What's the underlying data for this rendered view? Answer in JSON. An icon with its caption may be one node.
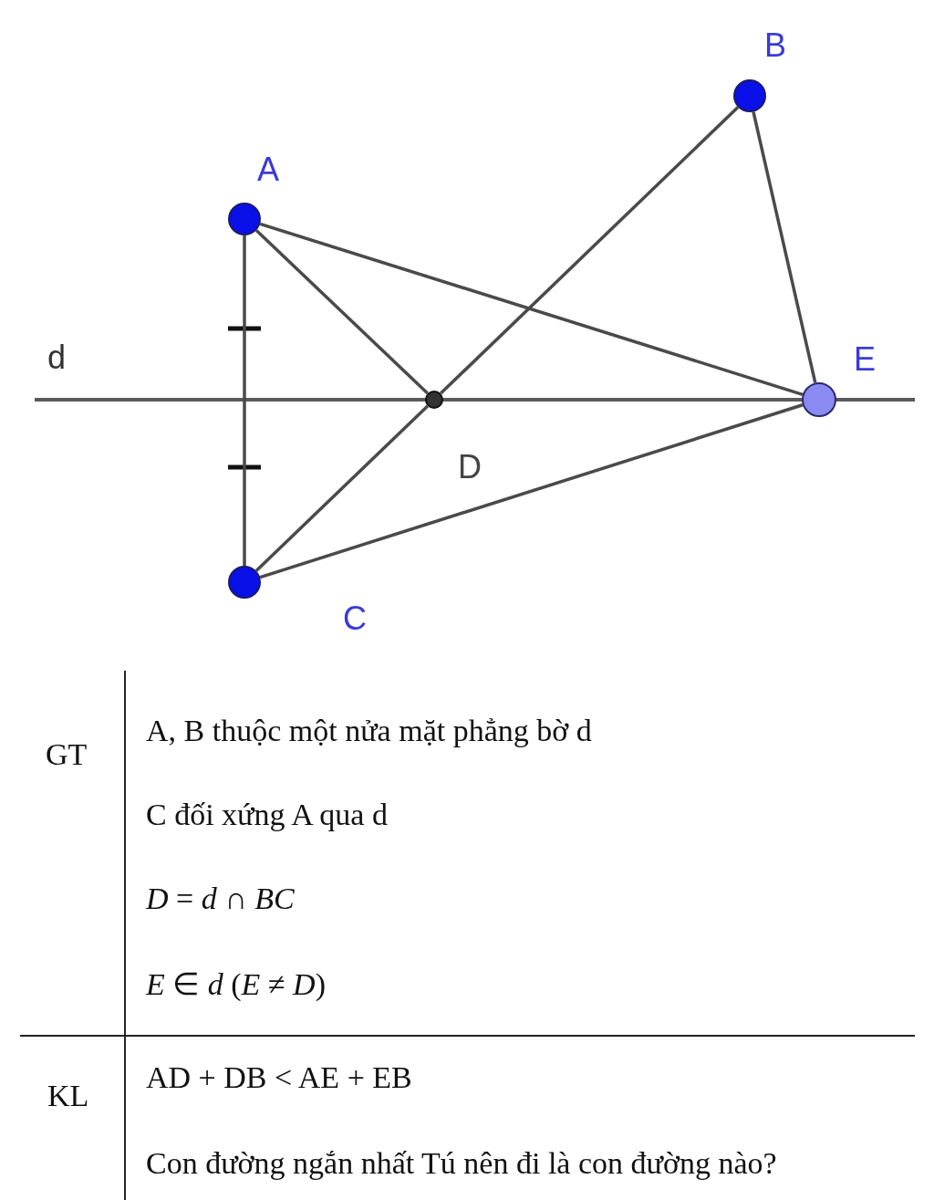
{
  "diagram": {
    "nodes": [
      {
        "text": [],
        "shape": "circle",
        "beside": [
          "A"
        ]
      },
      {
        "text": [],
        "shape": "circle",
        "beside": [
          "B"
        ]
      },
      {
        "text": [],
        "shape": "circle",
        "beside": [
          "C"
        ]
      },
      {
        "text": [],
        "shape": "circle",
        "beside": [
          "D"
        ]
      },
      {
        "text": [],
        "shape": "circle",
        "beside": [
          "E"
        ]
      }
    ],
    "edges": [
      {
        "from": 0,
        "to": 2,
        "arrow": "none"
      },
      {
        "from": 0,
        "to": 3,
        "arrow": "none"
      },
      {
        "from": 0,
        "to": 4,
        "arrow": "none"
      },
      {
        "from": 1,
        "to": 3,
        "arrow": "none"
      },
      {
        "from": 3,
        "to": 2,
        "arrow": "none"
      },
      {
        "from": 1,
        "to": 4,
        "arrow": "none"
      },
      {
        "from": 2,
        "to": 4,
        "arrow": "none"
      }
    ],
    "labels": [
      "d",
      "GT",
      "A, B thuộc một nửa mặt phẳng bờ d",
      "C đối xứng A qua d",
      "*D* = *d* ∩ *BC*",
      "*E* ∈ *d* (*E* ≠ *D*)",
      "KL",
      "AD + DB < AE + EB",
      "Con đường ngắn nhất Tú nên đi là con đường nào?"
    ]
  }
}
